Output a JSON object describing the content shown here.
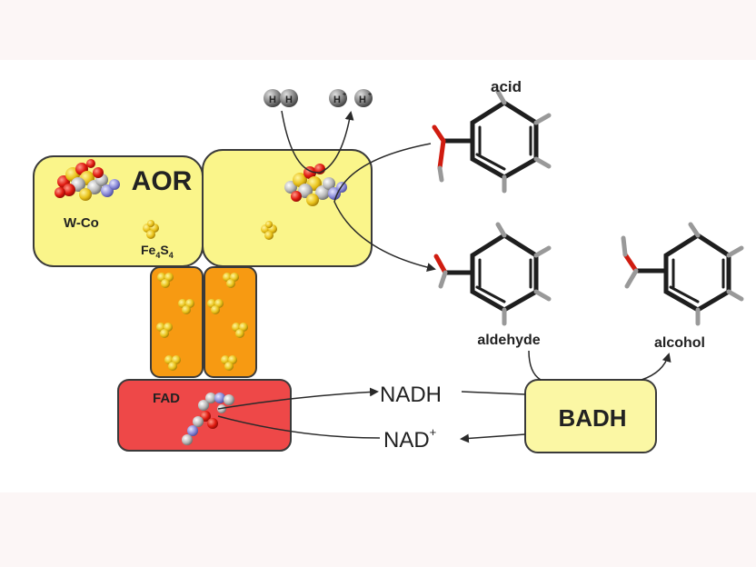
{
  "enzymes": {
    "aor": "AOR",
    "fad": "FAD",
    "badh": "BADH"
  },
  "cofactors": {
    "wco": "W-Co",
    "fes_base": "Fe",
    "fes_sub1": "4",
    "fes_mid": "S",
    "fes_sub2": "4"
  },
  "molecules": {
    "acid": "acid",
    "aldehyde": "aldehyde",
    "alcohol": "alcohol"
  },
  "cofactor_flow": {
    "nadh": "NADH",
    "nad": "NAD",
    "nad_charge": "+"
  },
  "hydrogen": {
    "h_atom": "H",
    "proton_charge": "+"
  },
  "colors": {
    "aor_fill": "#faf58a",
    "ferredoxin_fill": "#f79a12",
    "fad_fill": "#ee4848",
    "badh_fill": "#fbf7a4",
    "frame": "#3a3a3a",
    "bond": "#1e1e1e"
  }
}
